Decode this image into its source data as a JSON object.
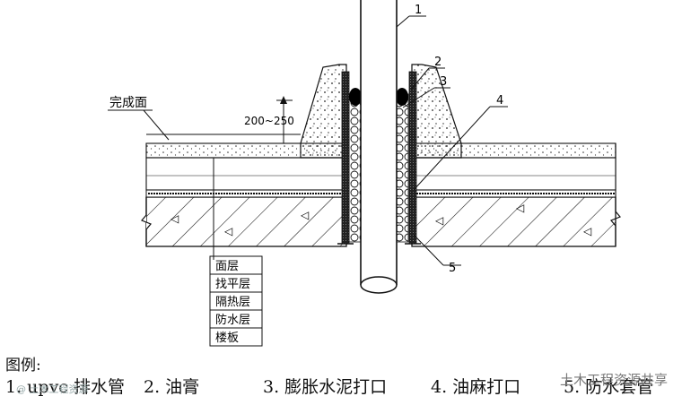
{
  "labels": {
    "finished_surface": "完成面",
    "dimension": "200~250",
    "callouts": [
      "1",
      "2",
      "3",
      "4",
      "5"
    ]
  },
  "layers": [
    "面层",
    "找平层",
    "隔热层",
    "防水层",
    "楼板"
  ],
  "legend": {
    "title": "图例:",
    "items": [
      "1. upvc 排水管",
      "2. 油膏",
      "3. 膨胀水泥打口",
      "4. 油麻打口",
      "5. 防水套管"
    ]
  },
  "watermark": {
    "main": "土木工程资源共享",
    "small": "@ 土木工程资源"
  },
  "colors": {
    "line": "#111111",
    "background": "#ffffff"
  }
}
